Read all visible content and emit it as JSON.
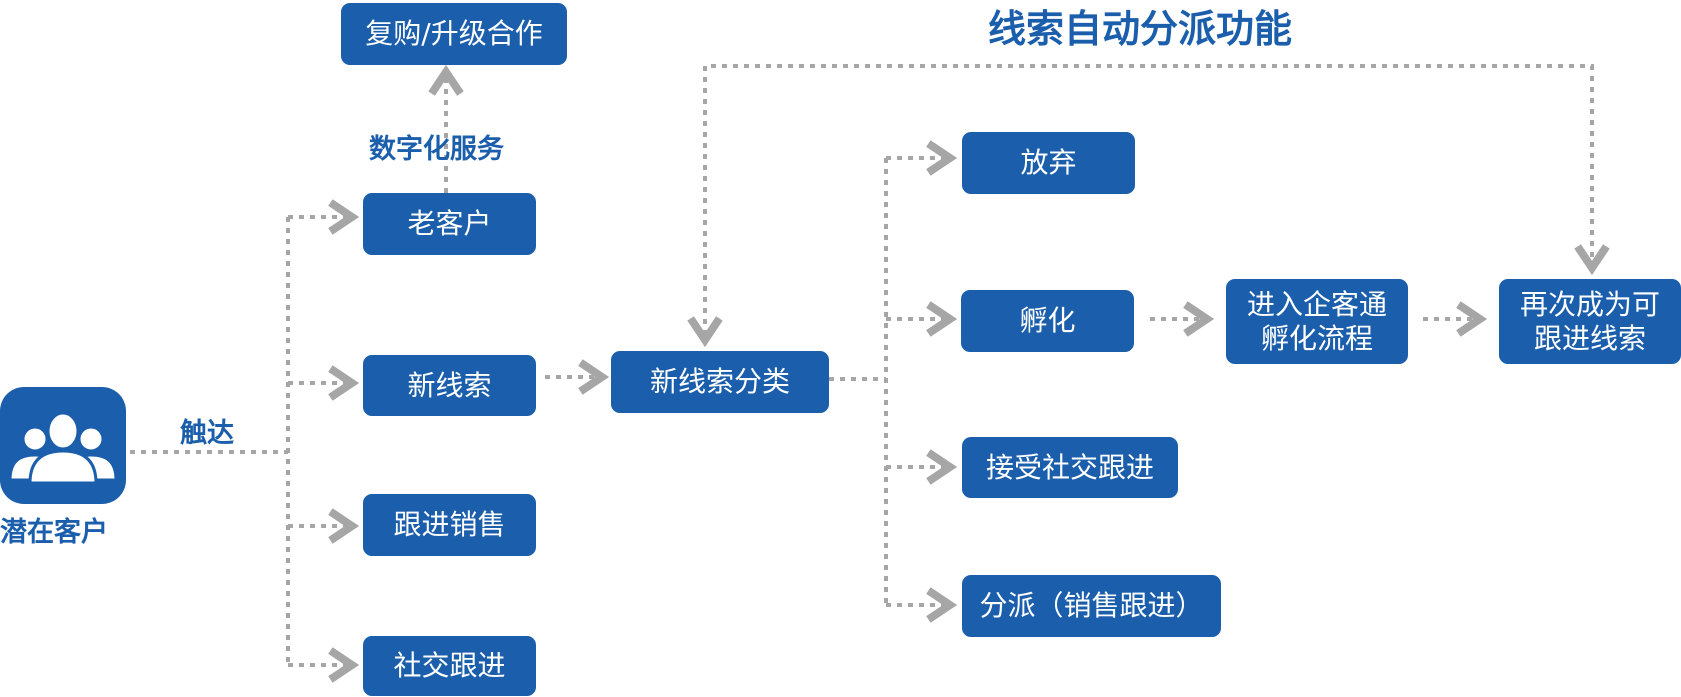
{
  "title": "线索自动分派功能",
  "labels": {
    "potential_customer": "潜在客户",
    "touch": "触达",
    "digital_service": "数字化服务"
  },
  "nodes": {
    "repurchase": "复购/升级合作",
    "old_customer": "老客户",
    "new_lead": "新线索",
    "follow_sales": "跟进销售",
    "social_follow": "社交跟进",
    "lead_classify": "新线索分类",
    "abandon": "放弃",
    "incubate": "孵化",
    "incubate_flow_line1": "进入企客通",
    "incubate_flow_line2": "孵化流程",
    "become_lead_line1": "再次成为可",
    "become_lead_line2": "跟进线索",
    "accept_social": "接受社交跟进",
    "dispatch": "分派（销售跟进）"
  },
  "icons": {
    "customer_group": "people-group-icon"
  },
  "colors": {
    "primary": "#1b5eab",
    "connector": "#a6a6a6"
  }
}
